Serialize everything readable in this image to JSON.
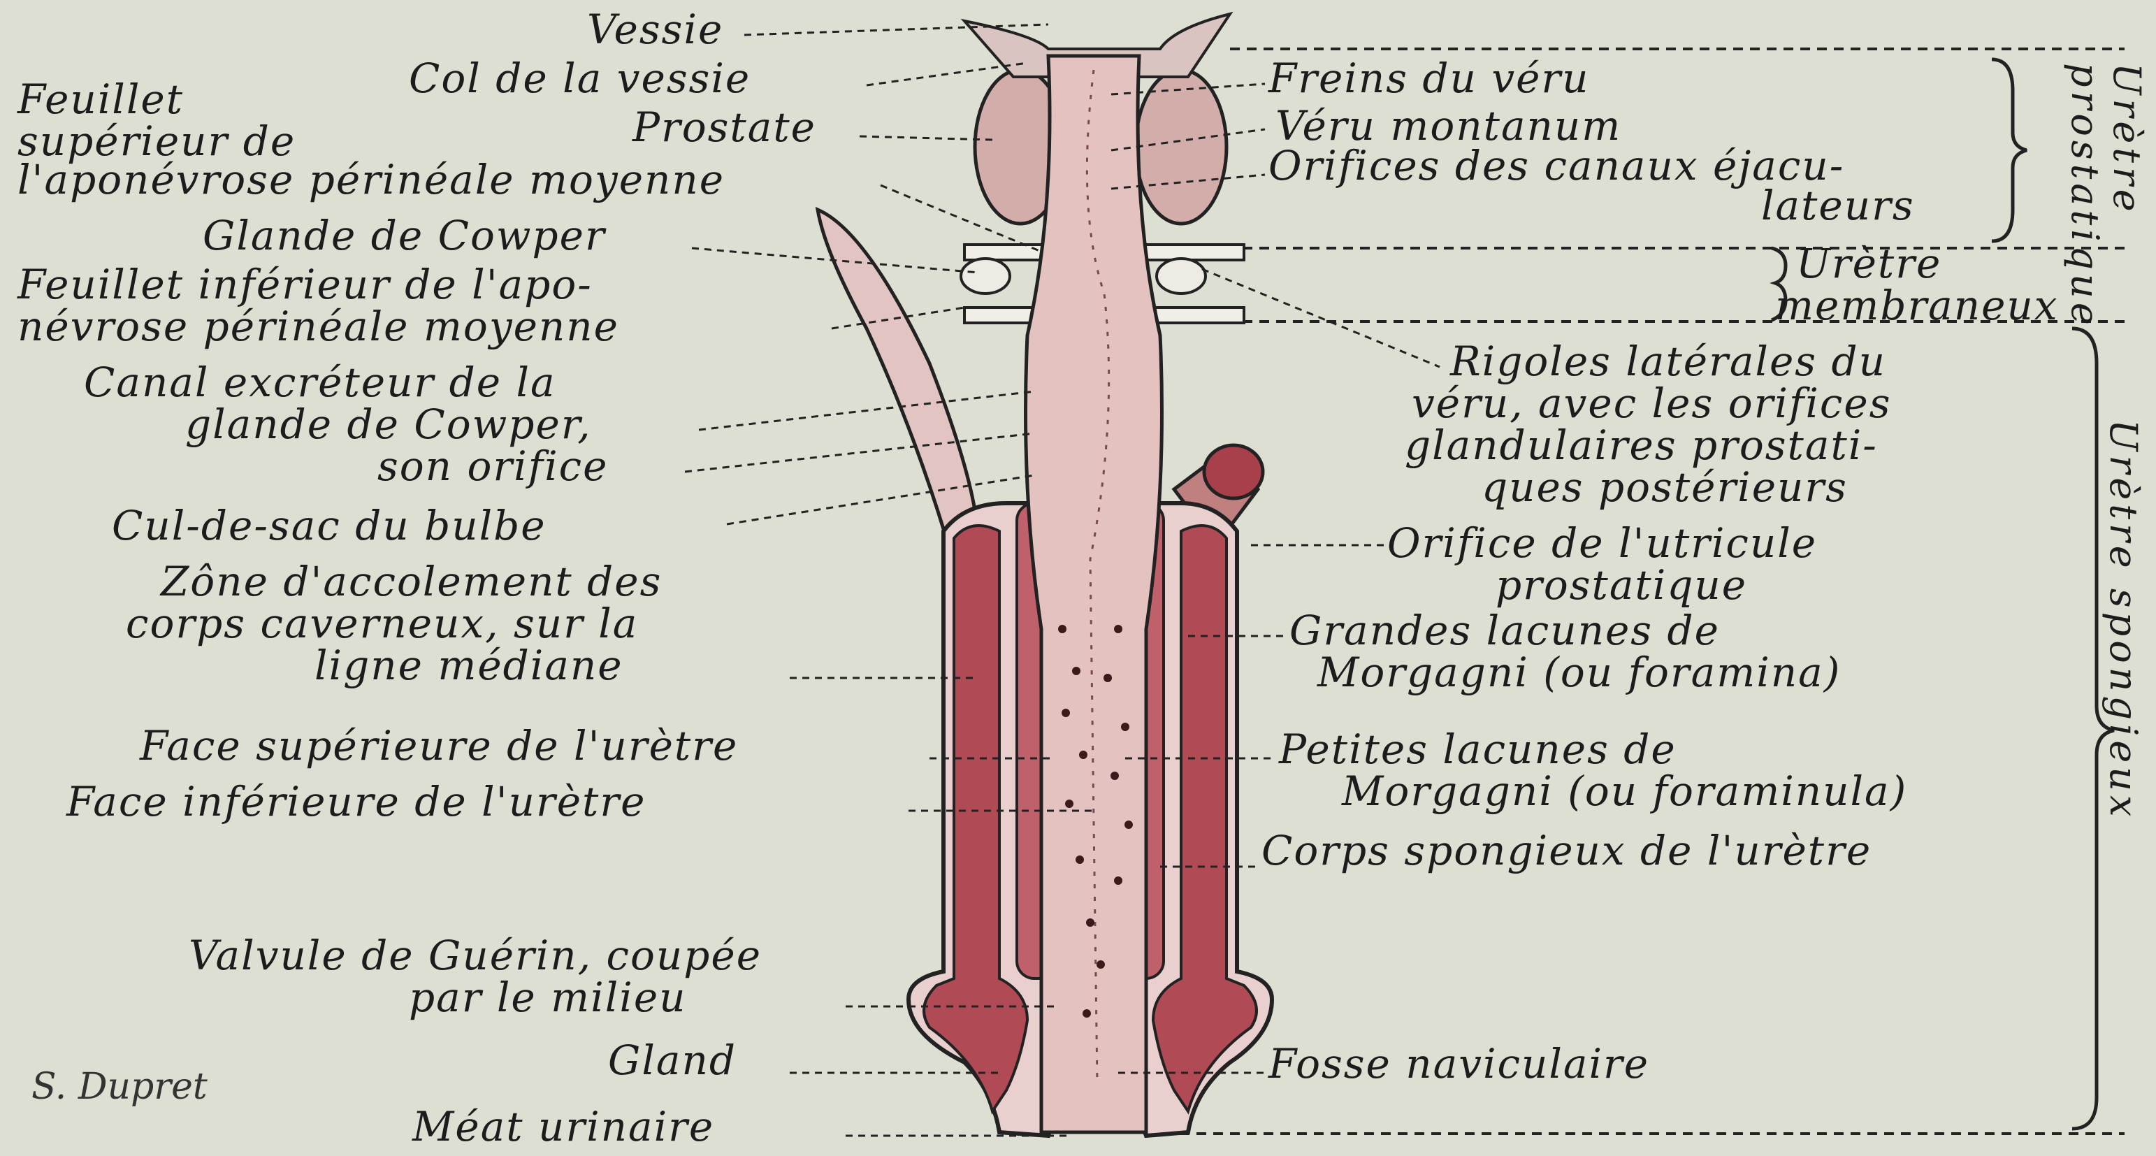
{
  "labels_left": {
    "vessie": "Vessie",
    "col_vessie": "Col de la vessie",
    "feuillet_sup": [
      "Feuillet",
      "supérieur de",
      "l'aponévrose périnéale moyenne"
    ],
    "prostate": "Prostate",
    "glande_cowper": "Glande de Cowper",
    "feuillet_inf": [
      "Feuillet inférieur de l'apo-",
      "névrose périnéale moyenne"
    ],
    "canal_excreteur": [
      "Canal excréteur de la",
      "glande de Cowper,",
      "son orifice"
    ],
    "cul_de_sac": "Cul-de-sac du bulbe",
    "zone_accolement": [
      "Zône d'accolement des",
      "corps caverneux, sur la",
      "ligne médiane"
    ],
    "face_superieure": "Face supérieure de l'urètre",
    "face_inferieure": "Face inférieure de l'urètre",
    "valvule_guerin": [
      "Valvule de Guérin, coupée",
      "par le milieu"
    ],
    "gland": "Gland",
    "meat": "Méat urinaire"
  },
  "labels_right": {
    "freins": "Freins du véru",
    "veru": "Véru montanum",
    "orifices_canaux": [
      "Orifices des canaux éjacu-",
      "lateurs"
    ],
    "uretre_membraneux": [
      "Urètre",
      "membraneux"
    ],
    "rigoles": [
      "Rigoles latérales du",
      "véru, avec les orifices",
      "glandulaires prostati-",
      "ques postérieurs"
    ],
    "utricule": [
      "Orifice de l'utricule",
      "prostatique"
    ],
    "grandes_lacunes": [
      "Grandes lacunes de",
      "Morgagni (ou foramina)"
    ],
    "petites_lacunes": [
      "Petites lacunes de",
      "Morgagni (ou foraminula)"
    ],
    "corps_spongieux": "Corps spongieux de l'urètre",
    "fosse": "Fosse naviculaire"
  },
  "side_labels": {
    "prostatique": [
      "Urètre",
      "prostatique"
    ],
    "spongieux": "Urètre spongieux"
  },
  "signature": "S. Dupret",
  "colors": {
    "background": "#dcdfd2",
    "ink": "#1c1c1c",
    "mucosa": "#e6c8c6",
    "erectile": "#b04a55",
    "erectile_dark": "#8e2f3c",
    "prostate": "#d2adaa"
  }
}
